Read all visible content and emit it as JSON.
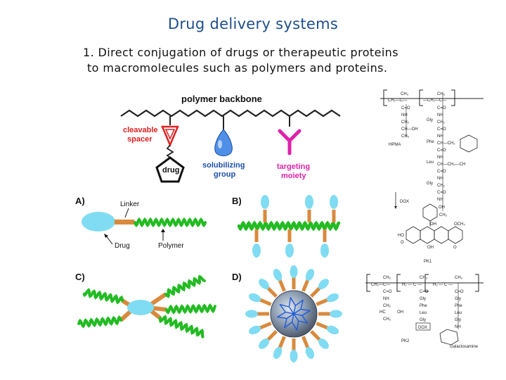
{
  "slide": {
    "title": "Drug delivery systems",
    "point_1_line_1": "1.  Direct conjugation of drugs or therapeutic proteins",
    "point_1_line_2": "to macromolecules such as polymers and proteins."
  },
  "top_diagram": {
    "backbone_label": "polymer backbone",
    "spacer_label_1": "cleavable",
    "spacer_label_2": "spacer",
    "drug_label": "drug",
    "solubilizing_label_1": "solubilizing",
    "solubilizing_label_2": "group",
    "targeting_label_1": "targeting",
    "targeting_label_2": "moiety"
  },
  "panels": {
    "a_label": "A)",
    "b_label": "B)",
    "c_label": "C)",
    "d_label": "D)",
    "linker_label": "Linker",
    "drug_label": "Drug",
    "polymer_label": "Polymer"
  },
  "right_structures": {
    "hpma_label": "HPMA",
    "pk1_label": "PK1",
    "pk2_label": "PK2",
    "dox_label": "DOX",
    "galactosamine_label": "Galactosamine",
    "dox_box_label": "DOX"
  },
  "colors": {
    "title": "#1f4e8c",
    "drug_blob": "#7fdcf2",
    "linker": "#d98a3c",
    "polymer_chain": "#22bb22",
    "cleavable_spacer": "#e02020",
    "targeting": "#dd22aa",
    "solubilizing": "#4f8fe8",
    "core": "#7d8fa3"
  }
}
